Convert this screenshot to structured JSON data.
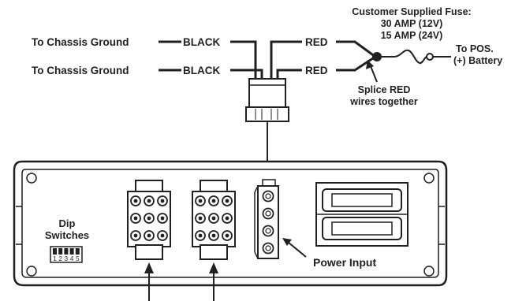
{
  "labels": {
    "fuse_title": "Customer Supplied Fuse:",
    "fuse_12v": "30 AMP (12V)",
    "fuse_24v": "15 AMP (24V)",
    "to_pos": "To POS.",
    "battery": "(+) Battery",
    "ground_1": "To Chassis Ground",
    "ground_2": "To Chassis Ground",
    "black_1": "BLACK",
    "black_2": "BLACK",
    "red_1": "RED",
    "red_2": "RED",
    "splice_1": "Splice RED",
    "splice_2": "wires together",
    "dip_1": "Dip",
    "dip_2": "Switches",
    "power_input": "Power Input"
  },
  "dip_switches": [
    "1",
    "2",
    "3",
    "4",
    "5"
  ],
  "colors": {
    "ink": "#231f20",
    "background": "#ffffff"
  }
}
